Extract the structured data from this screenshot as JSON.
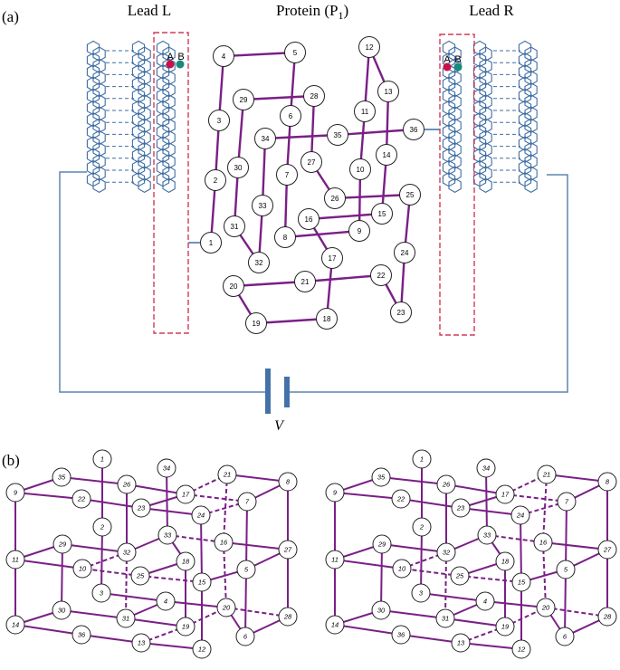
{
  "panel_a": {
    "label": "(a)",
    "lead_left": "Lead L",
    "lead_right": "Lead R",
    "protein_prefix": "Protein (P",
    "protein_sub": "1",
    "protein_suffix": ")",
    "site_a": "A",
    "site_b": "B",
    "voltage": "V",
    "node_labels": [
      "1",
      "2",
      "3",
      "4",
      "5",
      "6",
      "7",
      "8",
      "9",
      "10",
      "11",
      "12",
      "13",
      "14",
      "15",
      "16",
      "17",
      "18",
      "19",
      "20",
      "21",
      "22",
      "23",
      "24",
      "25",
      "26",
      "27",
      "28",
      "29",
      "30",
      "31",
      "32",
      "33",
      "34",
      "35",
      "36"
    ],
    "colors": {
      "lattice": "#3f6ea3",
      "bond": "#7a1f86",
      "box": "#d23a5a",
      "site_a": "#c8104a",
      "site_b": "#178a7c",
      "wire": "#5b86b0",
      "battery": "#4472a8"
    }
  },
  "panel_b": {
    "label": "(b)",
    "left_labels": [
      "12",
      "13",
      "36",
      "14",
      "11",
      "10",
      "25",
      "15",
      "24",
      "23",
      "22",
      "9",
      "35",
      "26",
      "17",
      "18",
      "16",
      "27",
      "28",
      "6",
      "5",
      "7",
      "8",
      "21",
      "34",
      "33",
      "32",
      "29",
      "30",
      "31",
      "19",
      "20",
      "4",
      "3",
      "2",
      "1"
    ],
    "right_labels": [
      "12",
      "13",
      "36",
      "14",
      "11",
      "10",
      "25",
      "15",
      "24",
      "23",
      "22",
      "9",
      "35",
      "26",
      "17",
      "18",
      "16",
      "27",
      "28",
      "6",
      "5",
      "7",
      "8",
      "21",
      "34",
      "33",
      "32",
      "29",
      "30",
      "31",
      "19",
      "20",
      "4",
      "3",
      "2",
      "1"
    ]
  }
}
